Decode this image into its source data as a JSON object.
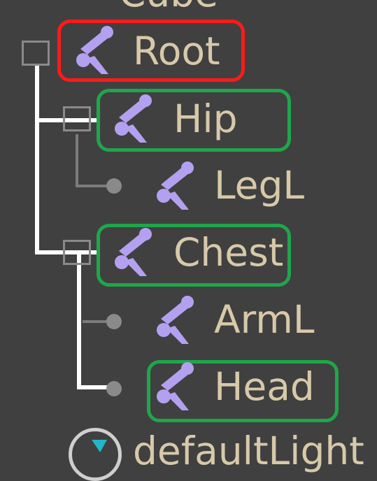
{
  "outliner": {
    "top_partial_label": "Cube",
    "nodes": [
      {
        "id": "root",
        "label": "Root",
        "type": "joint",
        "expanded": true,
        "highlight": "red"
      },
      {
        "id": "hip",
        "label": "Hip",
        "type": "joint",
        "expanded": true,
        "highlight": "green"
      },
      {
        "id": "legl",
        "label": "LegL",
        "type": "joint"
      },
      {
        "id": "chest",
        "label": "Chest",
        "type": "joint",
        "expanded": true,
        "highlight": "green"
      },
      {
        "id": "arml",
        "label": "ArmL",
        "type": "joint"
      },
      {
        "id": "head",
        "label": "Head",
        "type": "joint",
        "highlight": "green"
      }
    ],
    "bottom_partial_label": "defaultLight",
    "icons": {
      "joint": "joint-icon",
      "light": "light-icon"
    },
    "colors": {
      "background": "#404040",
      "text": "#d7c9a9",
      "joint": "#b4a0f0",
      "highlight_red": "#ff1a1a",
      "highlight_green": "#1fa64a",
      "connector_white": "#ffffff"
    }
  }
}
